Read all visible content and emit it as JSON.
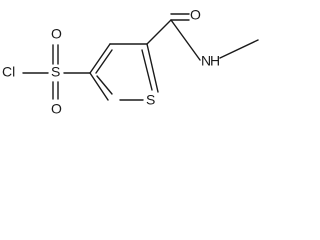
{
  "atoms": {
    "chlorine": "Cl",
    "sulfur_sulfonyl": "S",
    "oxygen_upper": "O",
    "oxygen_lower": "O",
    "sulfur_ring": "S",
    "oxygen_carbonyl": "O",
    "nitrogen": "N",
    "hydrogen": "H"
  }
}
